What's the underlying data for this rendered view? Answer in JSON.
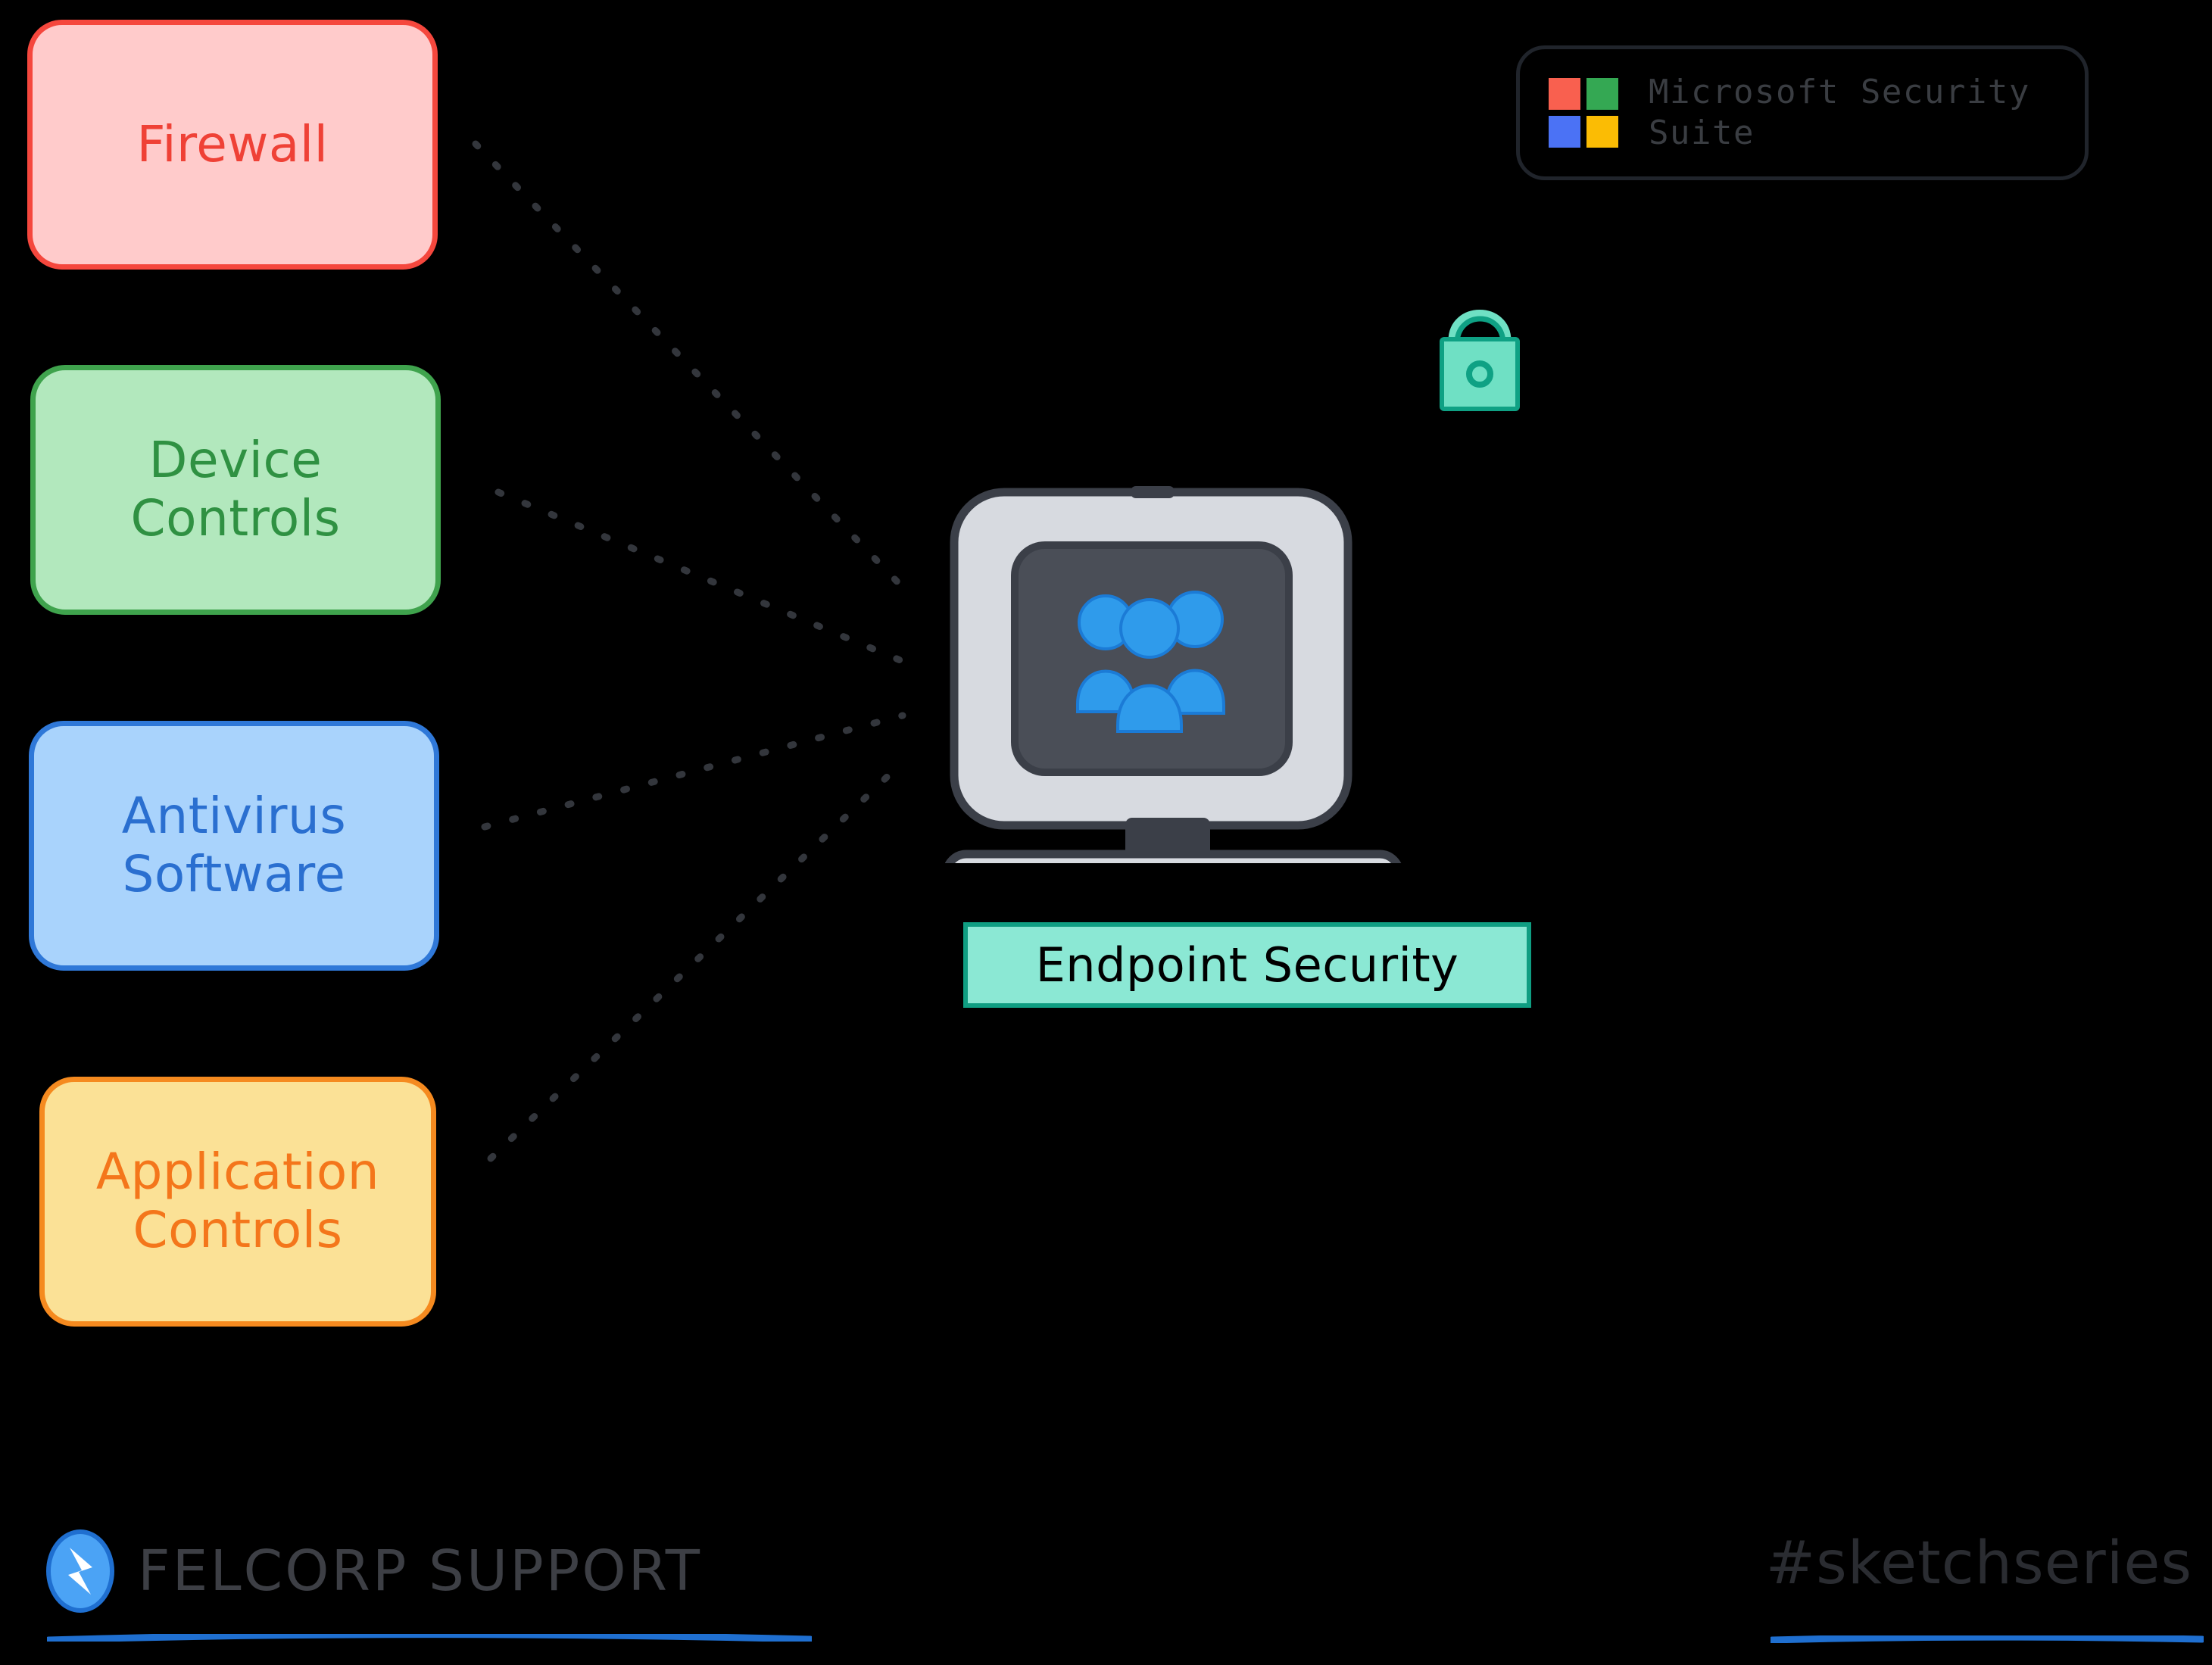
{
  "diagram": {
    "title": "Endpoint Security",
    "categories": [
      {
        "id": "firewall",
        "label": "Firewall",
        "fill": "#FFCBCB",
        "stroke": "#F5473D",
        "text_color": "#EF4136"
      },
      {
        "id": "device-controls",
        "label": "Device\nControls",
        "fill": "#B2E8BD",
        "stroke": "#3FA34D",
        "text_color": "#2F9142"
      },
      {
        "id": "antivirus-software",
        "label": "Antivirus\nSoftware",
        "fill": "#A9D3FC",
        "stroke": "#2F78D8",
        "text_color": "#2A6FD0"
      },
      {
        "id": "application-controls",
        "label": "Application\nControls",
        "fill": "#FBE196",
        "stroke": "#F58A1F",
        "text_color": "#F4761B"
      }
    ],
    "center": {
      "label": "Endpoint Security",
      "label_fill": "#8BE8D4",
      "label_stroke": "#0F9E82",
      "label_text_color": "#000000",
      "icon": "desktop-computer-with-users-icon",
      "screen_color": "#4A4E57",
      "bezel_color": "#D7DAE0",
      "users_icon_color": "#2F9BEB"
    },
    "padlock": {
      "icon": "padlock-icon",
      "color": "#6FE0C4",
      "stroke": "#0FA184"
    },
    "legend": {
      "text": "Microsoft Security\nSuite",
      "text_color": "#3a3d42",
      "border_color": "#20242b",
      "logo": {
        "icon": "microsoft-logo-icon",
        "squares": [
          "#F9604F",
          "#34A853",
          "#4B72F5",
          "#FBBC04"
        ]
      }
    },
    "connectors": {
      "style": "dotted",
      "color": "#33363c",
      "count": 4
    }
  },
  "footer": {
    "brand": "FELCORP SUPPORT",
    "brand_icon": "felcorp-play-badge-icon",
    "brand_color": "#3d3f45",
    "hashtag": "#sketchseries",
    "hashtag_color": "#2a2c31",
    "rule_color": "#1F6FD0"
  }
}
